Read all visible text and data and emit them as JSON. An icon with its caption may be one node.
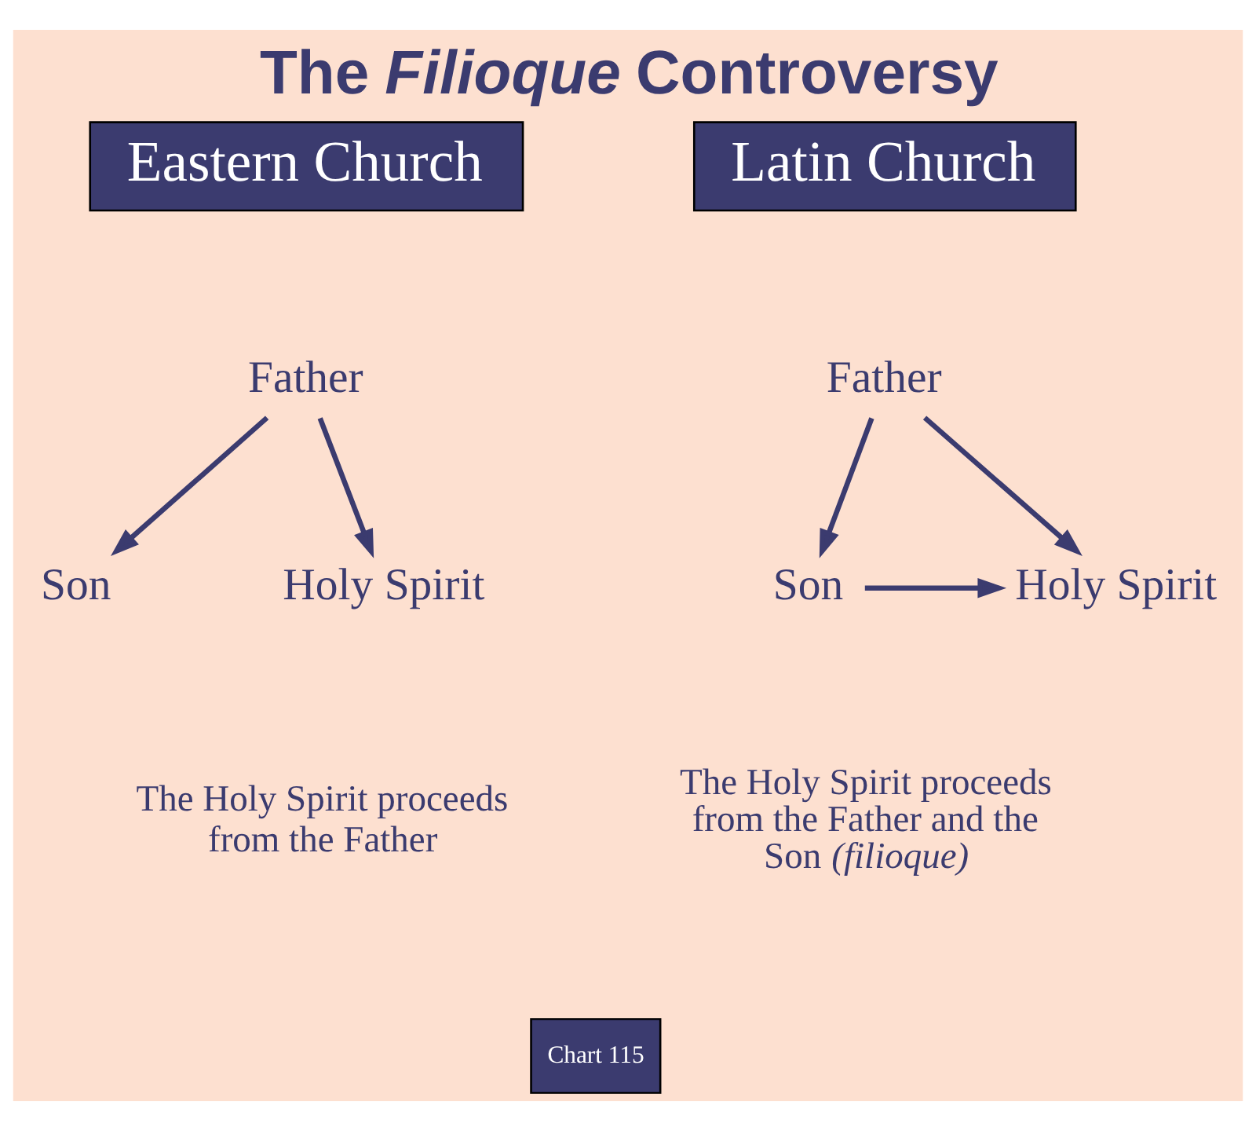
{
  "diagram": {
    "title": "The *Filioque* Controversy",
    "nodes": [
      {
        "text": [
          "Eastern Church"
        ]
      },
      {
        "text": [
          "Father"
        ]
      },
      {
        "text": [
          "Son"
        ]
      },
      {
        "text": [
          "Holy Spirit"
        ]
      },
      {
        "text": [
          "Latin Church"
        ]
      },
      {
        "text": [
          "Father"
        ]
      },
      {
        "text": [
          "Son"
        ]
      },
      {
        "text": [
          "Holy Spirit"
        ]
      }
    ],
    "edges": [
      {
        "from": 1,
        "to": 2,
        "arrow": "to"
      },
      {
        "from": 1,
        "to": 3,
        "arrow": "to"
      },
      {
        "from": 5,
        "to": 6,
        "arrow": "to"
      },
      {
        "from": 5,
        "to": 7,
        "arrow": "to"
      },
      {
        "from": 6,
        "to": 7,
        "arrow": "to"
      }
    ],
    "labels": [
      "The Holy Spirit proceeds from the Father",
      "The Holy Spirit proceeds from the Father and the Son *(filioque)*",
      "Chart 115"
    ]
  }
}
